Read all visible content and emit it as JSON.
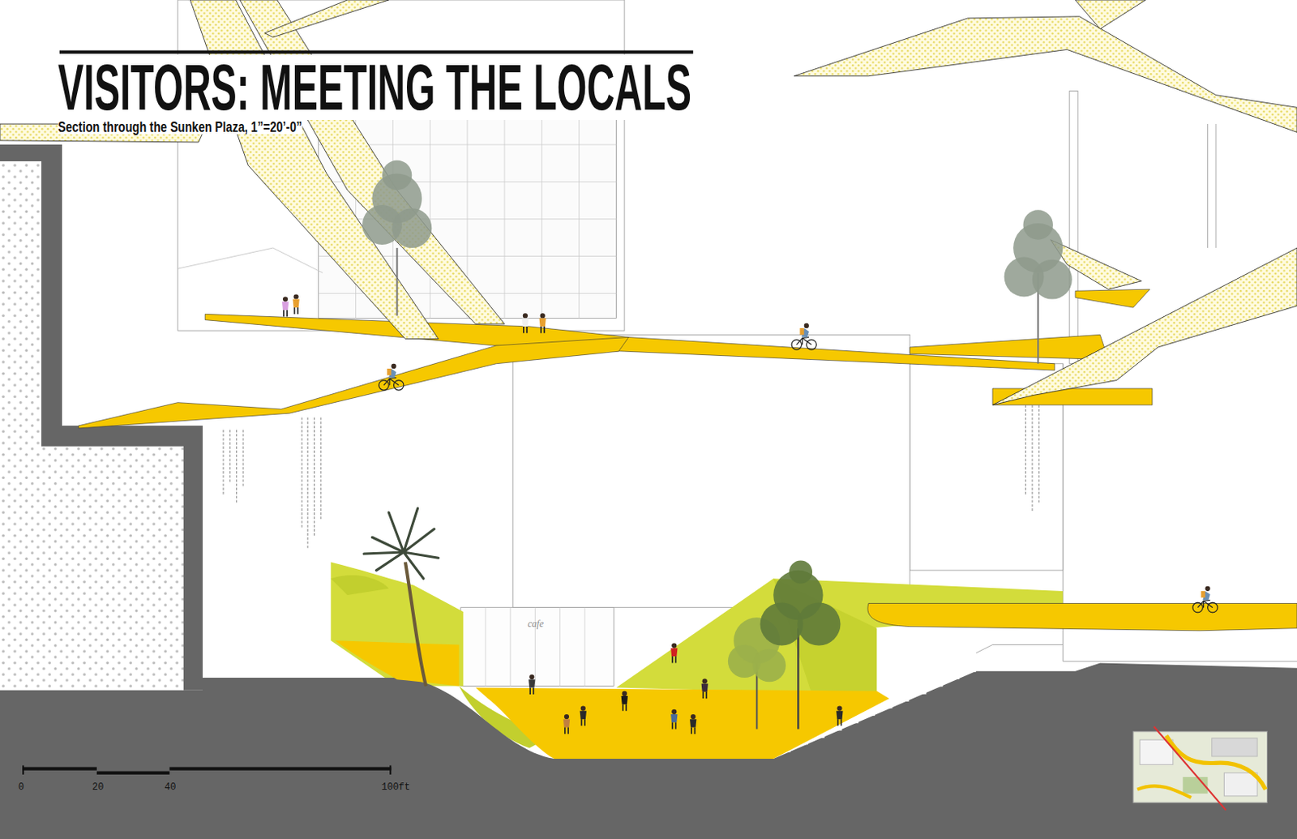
{
  "diagram": {
    "title": "VISITORS: MEETING THE LOCALS",
    "caption": "Section through the Sunken Plaza, 1”=20’-0”",
    "labels": [
      "cafe",
      "0",
      "20",
      "40",
      "100ft"
    ]
  }
}
